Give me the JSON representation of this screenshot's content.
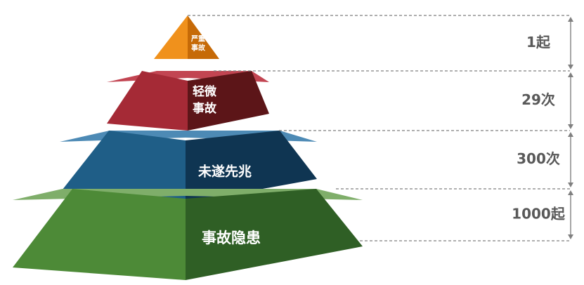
{
  "pyramid": {
    "tiers": [
      {
        "label_lines": [
          "严重",
          "事故"
        ],
        "count": "1起",
        "colors": {
          "left": "#f0911c",
          "right": "#c66a07",
          "top": "#f7b04d"
        }
      },
      {
        "label_lines": [
          "轻微",
          "事故"
        ],
        "count": "29次",
        "colors": {
          "left": "#a52a36",
          "right": "#5c1518",
          "top": "#c24552"
        }
      },
      {
        "label_lines": [
          "未遂先兆"
        ],
        "count": "300次",
        "colors": {
          "left": "#1f5e87",
          "right": "#0f3552",
          "top": "#4d8ab5"
        }
      },
      {
        "label_lines": [
          "事故隐患"
        ],
        "count": "1000起",
        "colors": {
          "left": "#4d8a37",
          "right": "#2f5f25",
          "top": "#7fae6a"
        }
      }
    ],
    "guide_color": "#7f7f7f"
  }
}
